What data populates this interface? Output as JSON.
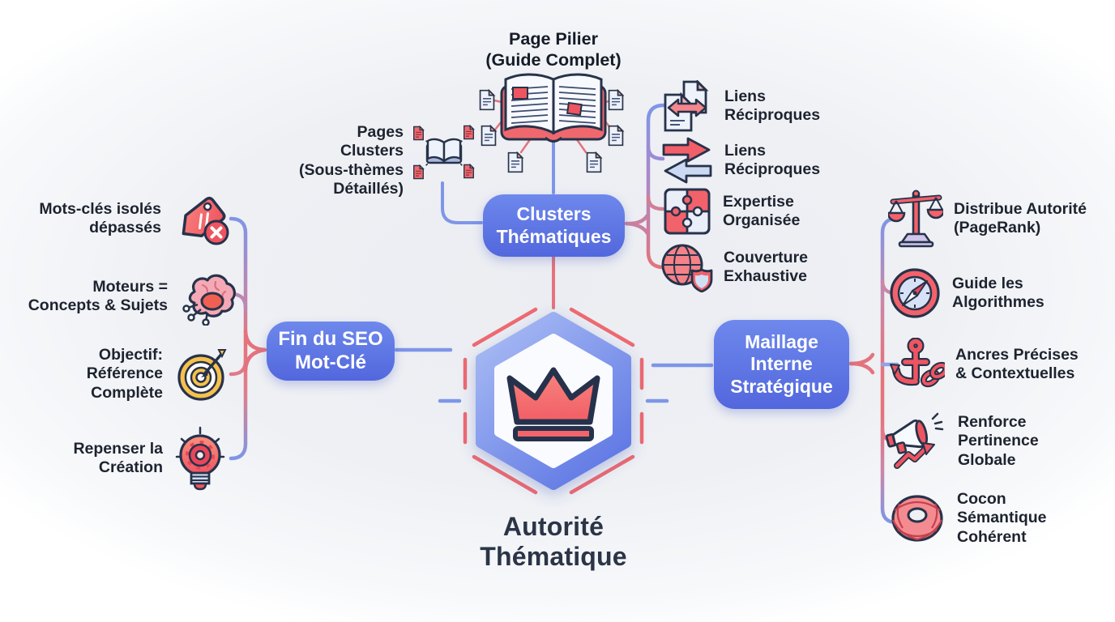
{
  "pillar": {
    "title": "Page Pilier\n(Guide Complet)",
    "illustration_icon": "open-book-with-linked-pages-icon",
    "side_label": "Pages Clusters\n(Sous-thèmes\nDétaillés)",
    "side_icon": "mini-book-cluster-icon"
  },
  "center": {
    "label": "Autorité\nThématique",
    "icon": "crown-icon"
  },
  "nodes": {
    "clusters": "Clusters\nThématiques",
    "keyword_seo": "Fin du SEO\nMot-Clé",
    "maillage": "Maillage\nInterne\nStratégique"
  },
  "left_branch": {
    "items": [
      {
        "label": "Mots-clés isolés\ndépassés",
        "icon": "tag-crossed-icon"
      },
      {
        "label": "Moteurs =\nConcepts & Sujets",
        "icon": "brain-network-icon"
      },
      {
        "label": "Objectif:\nRéférence\nComplète",
        "icon": "target-arrow-icon"
      },
      {
        "label": "Repenser la\nCréation",
        "icon": "lightbulb-gear-icon"
      }
    ]
  },
  "clusters_branch": {
    "items": [
      {
        "label": "Liens\nRéciproques",
        "icon": "linked-pages-icon"
      },
      {
        "label": "Liens\nRéciproques",
        "icon": "exchange-arrows-icon"
      },
      {
        "label": "Expertise\nOrganisée",
        "icon": "puzzle-icon"
      },
      {
        "label": "Couverture\nExhaustive",
        "icon": "globe-shield-icon"
      }
    ]
  },
  "maillage_branch": {
    "items": [
      {
        "label": "Distribue Autorité\n(PageRank)",
        "icon": "balance-scales-icon"
      },
      {
        "label": "Guide les\nAlgorithmes",
        "icon": "compass-icon"
      },
      {
        "label": "Ancres Précises\n& Contextuelles",
        "icon": "anchor-chain-icon"
      },
      {
        "label": "Renforce\nPertinence\nGlobale",
        "icon": "megaphone-growth-icon"
      },
      {
        "label": "Cocon\nSémantique\nCohérent",
        "icon": "yarn-coil-icon"
      }
    ]
  },
  "colors": {
    "node_blue": "#5e77e4",
    "connector_blue": "#7d96e8",
    "connector_pink": "#c984ab",
    "connector_red": "#e4737c",
    "accent_red": "#ef5560",
    "outline_navy": "#27324a",
    "text_dark": "#1d232f",
    "center_text": "#2b3547"
  }
}
